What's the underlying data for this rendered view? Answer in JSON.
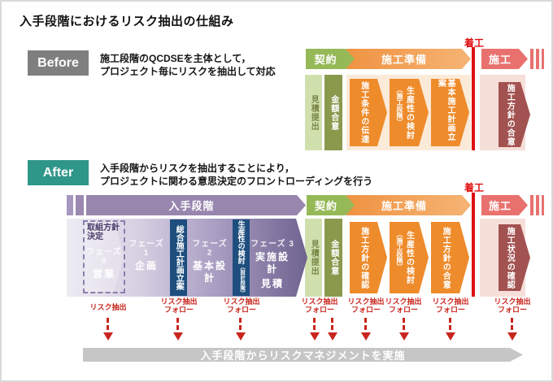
{
  "title": "入手段階におけるリスク抽出の仕組み",
  "before": {
    "badge": "Before",
    "desc1": "施工段階のQCDSEを主体として，",
    "desc2": "プロジェクト毎にリスクを抽出して対応",
    "kickoff": "着工",
    "header": {
      "contract": "契約",
      "preparation": "施工準備",
      "construction": "施工"
    },
    "contract_cols": [
      "見積提出",
      "金額合意"
    ],
    "prep_steps": [
      {
        "main": "施工条件の伝達",
        "sub": ""
      },
      {
        "main": "生産性の検討",
        "sub": "（施工段階）"
      },
      {
        "main": "基本施工計画立案",
        "sub": ""
      }
    ],
    "construction_step": "施工方針の合意"
  },
  "after": {
    "badge": "After",
    "desc1": "入手段階からリスクを抽出することにより，",
    "desc2": "プロジェクトに関わる意思決定のフロントローディングを行う",
    "kickoff": "着工",
    "header": {
      "acquisition": "入手段階",
      "contract": "契約",
      "preparation": "施工準備",
      "construction": "施工"
    },
    "policy_box": {
      "line1": "取組方針",
      "line2": "決定"
    },
    "phases": [
      {
        "phase": "フェーズ 0",
        "name": "営業",
        "name2": ""
      },
      {
        "phase": "フェーズ 1",
        "name": "企画",
        "name2": ""
      },
      {
        "phase": "フェーズ 2",
        "name": "基本設計",
        "name2": ""
      },
      {
        "phase": "フェーズ 3",
        "name": "実施設計",
        "name2": "見積"
      }
    ],
    "milestones": [
      {
        "main": "総合施工計画立案",
        "sub": ""
      },
      {
        "main": "生産性の検討",
        "sub": "（設計段階）"
      }
    ],
    "contract_cols": [
      "見積提出",
      "金額合意"
    ],
    "prep_steps": [
      {
        "main": "施工方針の確認",
        "sub": ""
      },
      {
        "main": "生産性の検討",
        "sub": "（施工段階）"
      },
      {
        "main": "施工方針の合意",
        "sub": ""
      }
    ],
    "construction_step": "施工状況の確認",
    "risk_labels": [
      {
        "line1": "リスク抽出",
        "line2": ""
      },
      {
        "line1": "リスク抽出",
        "line2": "フォロー"
      },
      {
        "line1": "リスク抽出",
        "line2": "フォロー"
      },
      {
        "line1": "リスク抽出",
        "line2": "フォロー"
      },
      {
        "line1": "リスク抽出",
        "line2": "フォロー"
      },
      {
        "line1": "リスク抽出",
        "line2": "フォロー"
      },
      {
        "line1": "リスク抽出",
        "line2": "フォロー"
      },
      {
        "line1": "リスク抽出",
        "line2": "フォロー"
      }
    ]
  },
  "footer": {
    "bar": "入手段階からリスクマネジメントを実施"
  },
  "colors": {
    "before_badge_bg": "#7f7f7f",
    "after_badge_bg": "#2f968a",
    "kickoff_red": "#e01010",
    "risk_red": "#c8251d",
    "contract_green": "#95b957",
    "estimate_light_green": "#d0e0ad",
    "agreement_olive": "#899a4d",
    "preparation_orange": "#ef9343",
    "step_orange": "#ee8b2b",
    "construction_salmon": "#e8716e",
    "construction_step_dark_red": "#a25250",
    "acquisition_purple": "#9886ae",
    "milestone_navy": "#1d4e7d",
    "footer_gray": "#c6c6c6"
  }
}
